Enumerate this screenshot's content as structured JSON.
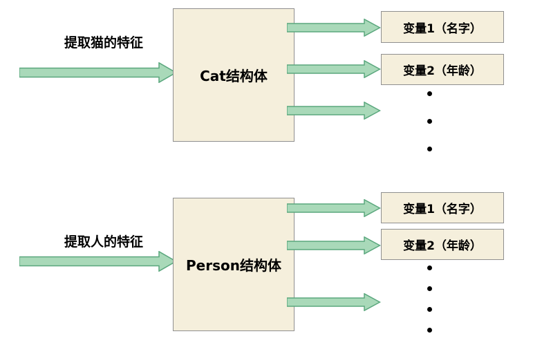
{
  "colors": {
    "box_fill": "#f5efdc",
    "box_border": "#8f8f8f",
    "arrow_fill": "#a9d9b9",
    "arrow_border": "#5aa77d",
    "text": "#000000"
  },
  "sections": [
    {
      "input_label": "提取猫的特征",
      "struct_label": "Cat结构体",
      "outputs": [
        {
          "label": "变量1（名字）"
        },
        {
          "label": "变量2（年龄）"
        }
      ]
    },
    {
      "input_label": "提取人的特征",
      "struct_label": "Person结构体",
      "outputs": [
        {
          "label": "变量1（名字）"
        },
        {
          "label": "变量2（年龄）"
        }
      ]
    }
  ],
  "ellipsis": {
    "top_dots": 3,
    "bottom_dots": 4
  }
}
